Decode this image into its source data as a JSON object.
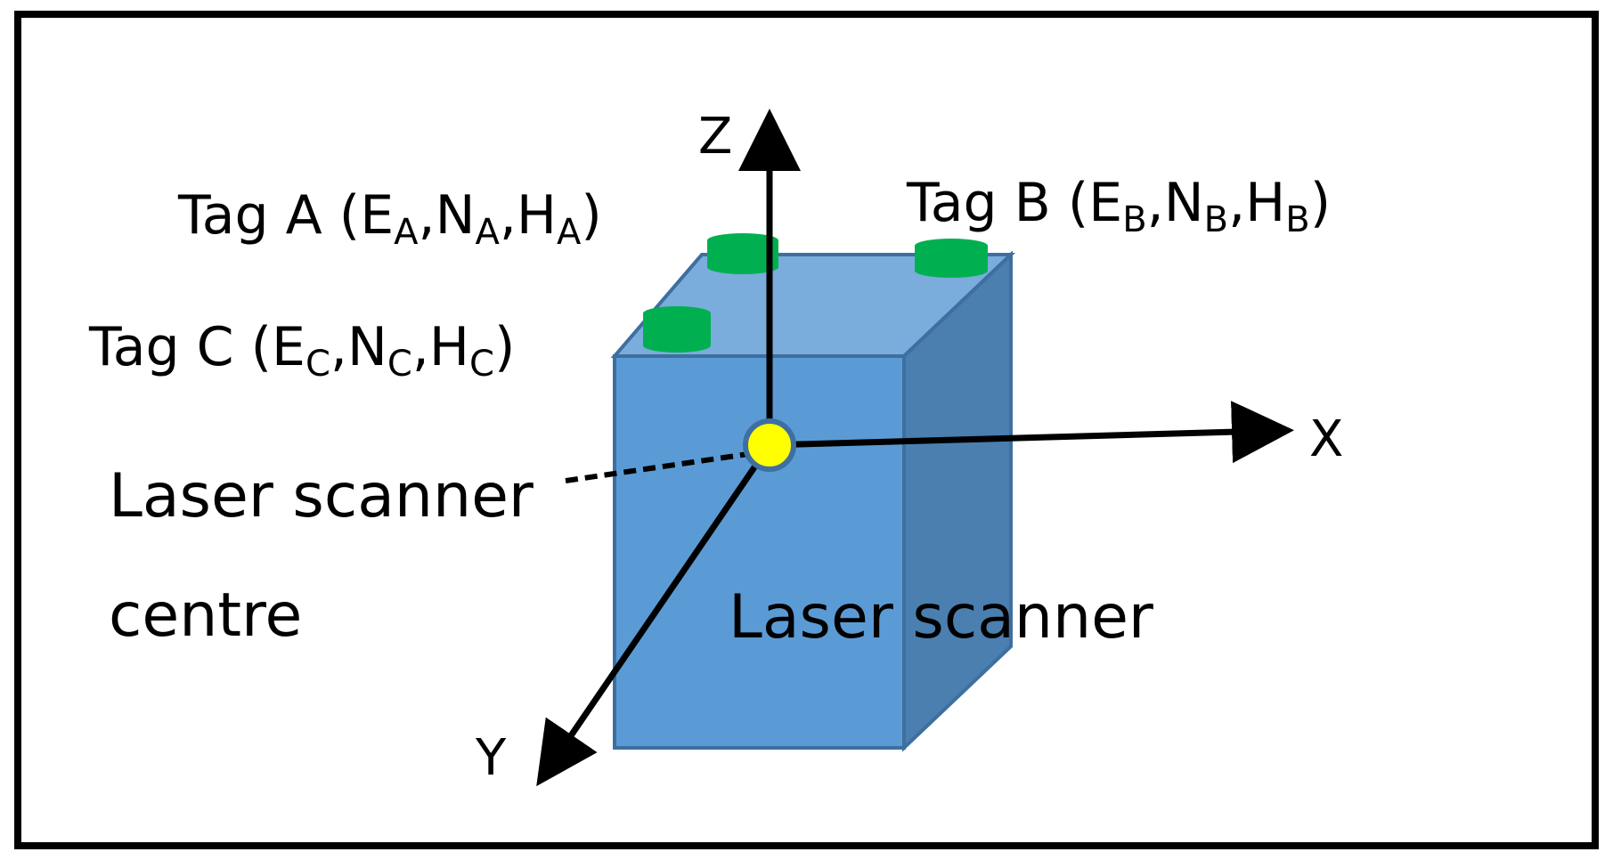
{
  "colors": {
    "box_front": "#5b9bd5",
    "box_top": "#7aacdc",
    "box_side": "#4a7fb0",
    "box_edge": "#3d6fa0",
    "tag": "#00b050",
    "centre_point": "#ffff00",
    "axis": "#000000",
    "frame": "#000000",
    "background": "#ffffff"
  },
  "axes": {
    "x": "X",
    "y": "Y",
    "z": "Z"
  },
  "tags": [
    {
      "name": "Tag A",
      "sub": "A",
      "coord_letters": [
        "E",
        "N",
        "H"
      ]
    },
    {
      "name": "Tag B",
      "sub": "B",
      "coord_letters": [
        "E",
        "N",
        "H"
      ]
    },
    {
      "name": "Tag C",
      "sub": "C",
      "coord_letters": [
        "E",
        "N",
        "H"
      ]
    }
  ],
  "labels": {
    "centre_line1": "Laser scanner",
    "centre_line2": "centre",
    "scanner": "Laser scanner"
  },
  "icons": {
    "tag": "cylinder-tag-icon",
    "centre": "circle-point-icon"
  }
}
